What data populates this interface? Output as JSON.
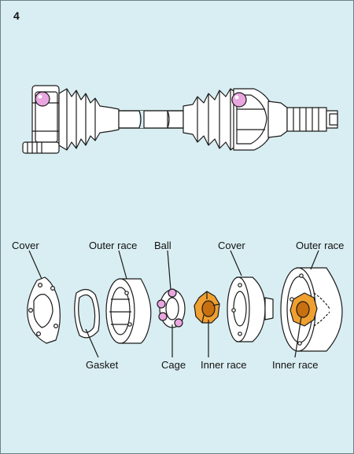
{
  "step_number": "4",
  "labels": {
    "cover_left": "Cover",
    "outer_race_left": "Outer race",
    "ball": "Ball",
    "cover_right": "Cover",
    "outer_race_right": "Outer race",
    "gasket": "Gasket",
    "cage": "Cage",
    "inner_race_left": "Inner race",
    "inner_race_right": "Inner race"
  },
  "colors": {
    "background": "#d9eef2",
    "metal": "#ffffff",
    "outline": "#1a1a1a",
    "ball_highlight": "#e9a6e0",
    "inner_race_orange": "#f0a030"
  }
}
